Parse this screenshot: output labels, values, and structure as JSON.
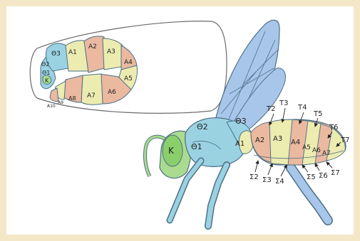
{
  "colors": {
    "background": "#f3e7c8",
    "panel": "#ffffff",
    "head_green": "#a9dc8e",
    "thorax_blue": "#9ad2e2",
    "wing_blue": "#a7c6ea",
    "segment_yellow": "#ecebb0",
    "segment_peach": "#eab99f",
    "outline": "#4d6f86"
  },
  "labels": {
    "larva": {
      "theta3": "Θ3",
      "theta2": "Θ2",
      "theta1": "Θ1",
      "k": "K",
      "a1": "A1",
      "a2": "A2",
      "a3": "A3",
      "a4": "A4",
      "a5": "A5",
      "a6": "A6",
      "a7": "A7",
      "a8": "A8",
      "a9": "A9",
      "a10": "A10"
    },
    "wasp": {
      "k": "K",
      "theta1": "Θ1",
      "theta2": "Θ2",
      "theta3": "Θ3",
      "a1": "A1",
      "a2": "A2",
      "a3": "A3",
      "a4": "A4",
      "a5": "A5",
      "a6": "A6",
      "a7": "A7",
      "t2": "T2",
      "t3": "T3",
      "t4": "T4",
      "t5": "T5",
      "t6": "T6",
      "t7": "T7",
      "s2": "Σ2",
      "s3": "Σ3",
      "s4": "Σ4",
      "s5": "Σ5",
      "s6": "Σ6",
      "s7": "Σ7"
    }
  }
}
